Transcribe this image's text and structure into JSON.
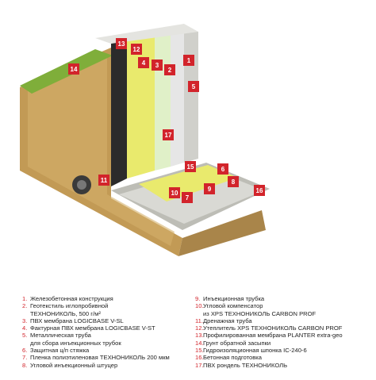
{
  "colors": {
    "badge": "#d2242b",
    "concrete": "#d9d9d4",
    "xps_yellow": "#e9ea6d",
    "soil": "#c9a35b",
    "grass": "#7fae3a",
    "membrane_dark": "#2b2b2b"
  },
  "badges": [
    "13",
    "12",
    "4",
    "3",
    "2",
    "1",
    "14",
    "5",
    "17",
    "15",
    "6",
    "11",
    "8",
    "9",
    "10",
    "7",
    "16"
  ],
  "legend": {
    "left": [
      {
        "num": "1.",
        "text": "Железобетонная конструкция"
      },
      {
        "num": "2.",
        "text": "Геотекстиль иглопробивной\nТЕХНОНИКОЛЬ, 500 г/м²"
      },
      {
        "num": "3.",
        "text": "ПВХ мембрана LOGICBASE V-SL"
      },
      {
        "num": "4.",
        "text": "Фактурная ПВХ мембрана LOGICBASE V-ST"
      },
      {
        "num": "5.",
        "text": "Металлическая труба\nдля сбора инъекционных трубок"
      },
      {
        "num": "6.",
        "text": "Защитная ц/п стяжка"
      },
      {
        "num": "7.",
        "text": "Пленка полиэтиленовая ТЕХНОНИКОЛЬ 200 мкм"
      },
      {
        "num": "8.",
        "text": "Угловой инъекционный штуцер"
      }
    ],
    "right": [
      {
        "num": "9.",
        "text": "Инъекционная трубка"
      },
      {
        "num": "10.",
        "text": "Угловой компенсатор\nиз XPS ТЕХНОНИКОЛЬ CARBON PROF"
      },
      {
        "num": "11.",
        "text": "Дренажная труба"
      },
      {
        "num": "12.",
        "text": "Утеплитель XPS ТЕХНОНИКОЛЬ CARBON PROF"
      },
      {
        "num": "13.",
        "text": "Профилированная мембрана PLANTER extra-geo"
      },
      {
        "num": "14.",
        "text": "Грунт обратной засыпки"
      },
      {
        "num": "15.",
        "text": "Гидроизоляционная шпонка IC-240-6"
      },
      {
        "num": "16.",
        "text": "Бетонная подготовка"
      },
      {
        "num": "17.",
        "text": "ПВХ рондель ТЕХНОНИКОЛЬ"
      }
    ]
  }
}
